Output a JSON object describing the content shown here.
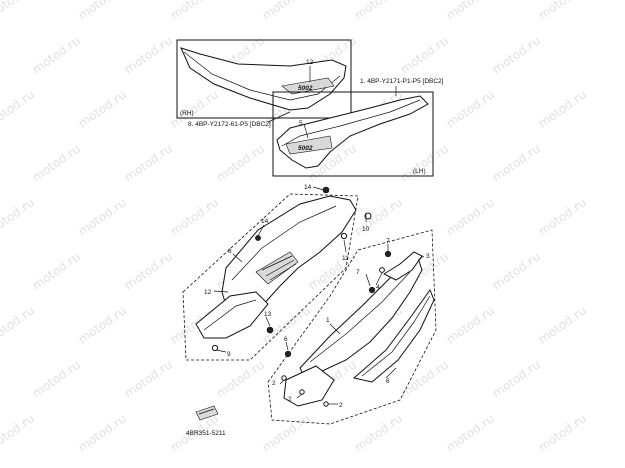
{
  "inset_rh": {
    "side_label": "(RH)",
    "part_number": "8. 4BP-Y2172-61-P5 [DBC2]",
    "callout": "12",
    "emblem_text": "5002"
  },
  "inset_lh": {
    "side_label": "(LH)",
    "part_number": "1. 4BP-Y2171-P1-P5 [DBC2]",
    "callout": "5",
    "emblem_text": "5002"
  },
  "callouts": {
    "c1": "1",
    "c2a": "2",
    "c2b": "2",
    "c2c": "2",
    "c3": "3",
    "c4": "4",
    "c5": "5",
    "c6a": "6",
    "c6b": "6",
    "c7a": "7",
    "c7b": "7",
    "c8": "8",
    "c9": "9",
    "c10": "10",
    "c11": "11",
    "c12": "12",
    "c13": "13",
    "c14a": "14",
    "c14b": "14"
  },
  "footer_code": "4BR351-5211",
  "watermark": "motod.ru"
}
